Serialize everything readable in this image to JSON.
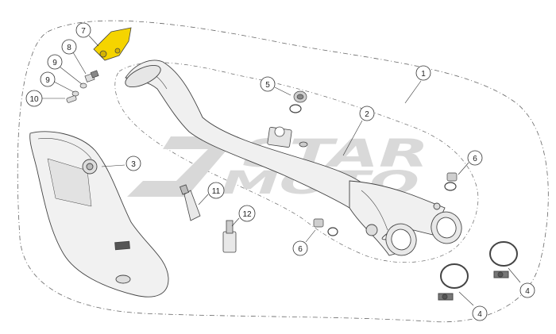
{
  "diagram": {
    "watermark_line1": "STAR",
    "watermark_line2": "MOTO",
    "colors": {
      "highlight": "#f5d400",
      "stroke": "#444444",
      "part_fill": "#efefef",
      "watermark": "#d6d6d6",
      "dash": "#666666"
    },
    "callouts": [
      {
        "id": "c1",
        "label": "1"
      },
      {
        "id": "c2",
        "label": "2"
      },
      {
        "id": "c3",
        "label": "3"
      },
      {
        "id": "c4a",
        "label": "4"
      },
      {
        "id": "c4b",
        "label": "4"
      },
      {
        "id": "c5",
        "label": "5"
      },
      {
        "id": "c6a",
        "label": "6"
      },
      {
        "id": "c6b",
        "label": "6"
      },
      {
        "id": "c7",
        "label": "7"
      },
      {
        "id": "c8",
        "label": "8"
      },
      {
        "id": "c9a",
        "label": "9"
      },
      {
        "id": "c9b",
        "label": "9"
      },
      {
        "id": "c10",
        "label": "10"
      },
      {
        "id": "c11",
        "label": "11"
      },
      {
        "id": "c12",
        "label": "12"
      }
    ]
  }
}
